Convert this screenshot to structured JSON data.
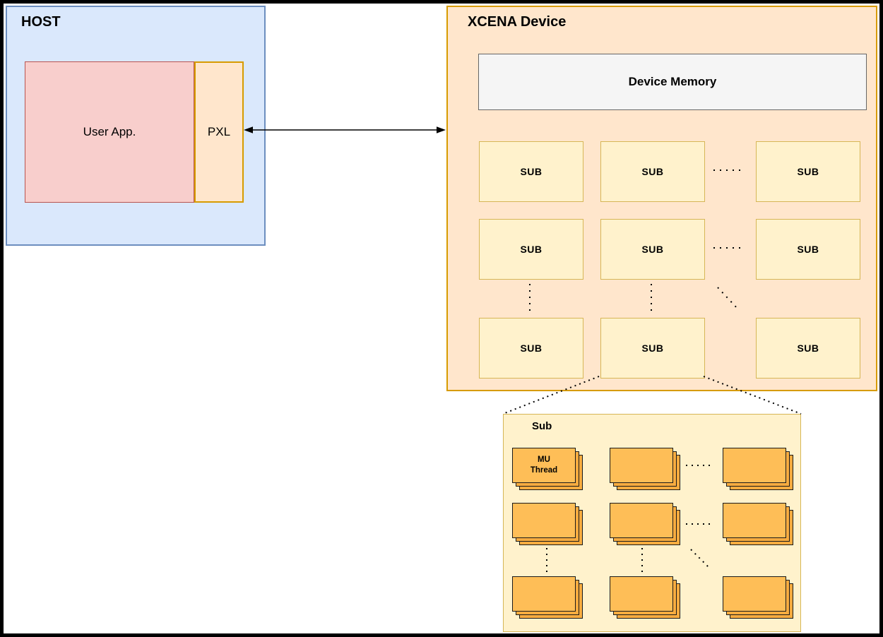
{
  "host": {
    "title": "HOST",
    "user_app_label": "User App.",
    "pxl_label": "PXL"
  },
  "xcena_device": {
    "title": "XCENA Device",
    "device_memory_label": "Device Memory",
    "sub_boxes": [
      "SUB",
      "SUB",
      "SUB",
      "SUB",
      "SUB",
      "SUB",
      "SUB",
      "SUB",
      "SUB"
    ]
  },
  "sub_detail": {
    "title": "Sub",
    "mu_thread_label": "MU\nThread"
  },
  "colors": {
    "host_fill": "#DAE8FC",
    "host_border": "#6C8EBF",
    "user_app_fill": "#F8CECC",
    "user_app_border": "#B85450",
    "pxl_fill": "#FFE6CC",
    "pxl_border": "#D79B00",
    "device_fill": "#FFE6CC",
    "device_border": "#D79B00",
    "memory_fill": "#F5F5F5",
    "memory_border": "#666666",
    "sub_fill": "#FFF2CC",
    "sub_border": "#D6B656",
    "card_fill": "#FEBE57",
    "card_back_fill": "#F7AC40",
    "card_border": "#1A1A1A",
    "frame": "#000000"
  }
}
